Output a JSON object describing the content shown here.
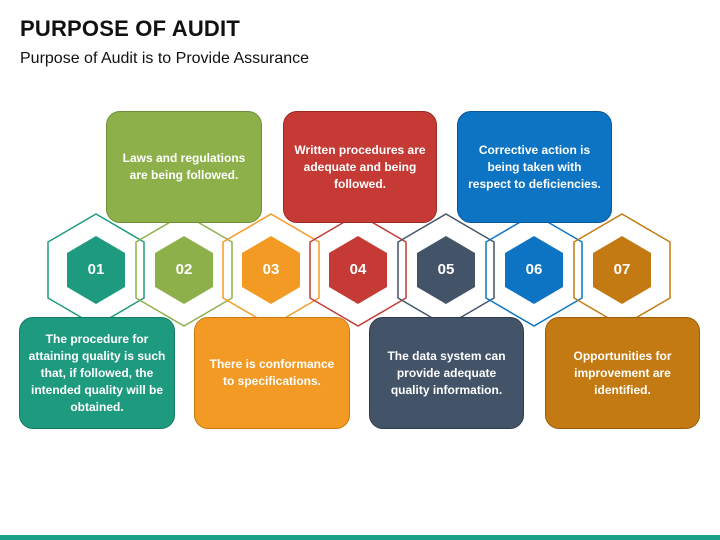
{
  "title": "PURPOSE OF AUDIT",
  "subtitle": "Purpose of Audit is to Provide Assurance",
  "steps": [
    {
      "number": "01",
      "text": "The procedure for attaining quality is such that, if followed, the intended quality will be obtained.",
      "color": "#1e9a7f",
      "border": "#147a63"
    },
    {
      "number": "02",
      "text": "Laws and regulations are being followed.",
      "color": "#8db04a",
      "border": "#6e8f33"
    },
    {
      "number": "03",
      "text": "There is conformance to specifications.",
      "color": "#f29a24",
      "border": "#c87a12"
    },
    {
      "number": "04",
      "text": "Written procedures are adequate and being followed.",
      "color": "#c53a35",
      "border": "#9c2824"
    },
    {
      "number": "05",
      "text": "The data system can provide adequate quality information.",
      "color": "#445468",
      "border": "#2e3b4c"
    },
    {
      "number": "06",
      "text": "Corrective action is being taken with respect to deficiencies.",
      "color": "#0d74c4",
      "border": "#08579a"
    },
    {
      "number": "07",
      "text": "Opportunities for improvement are identified.",
      "color": "#c47a12",
      "border": "#9a5d0a"
    }
  ]
}
